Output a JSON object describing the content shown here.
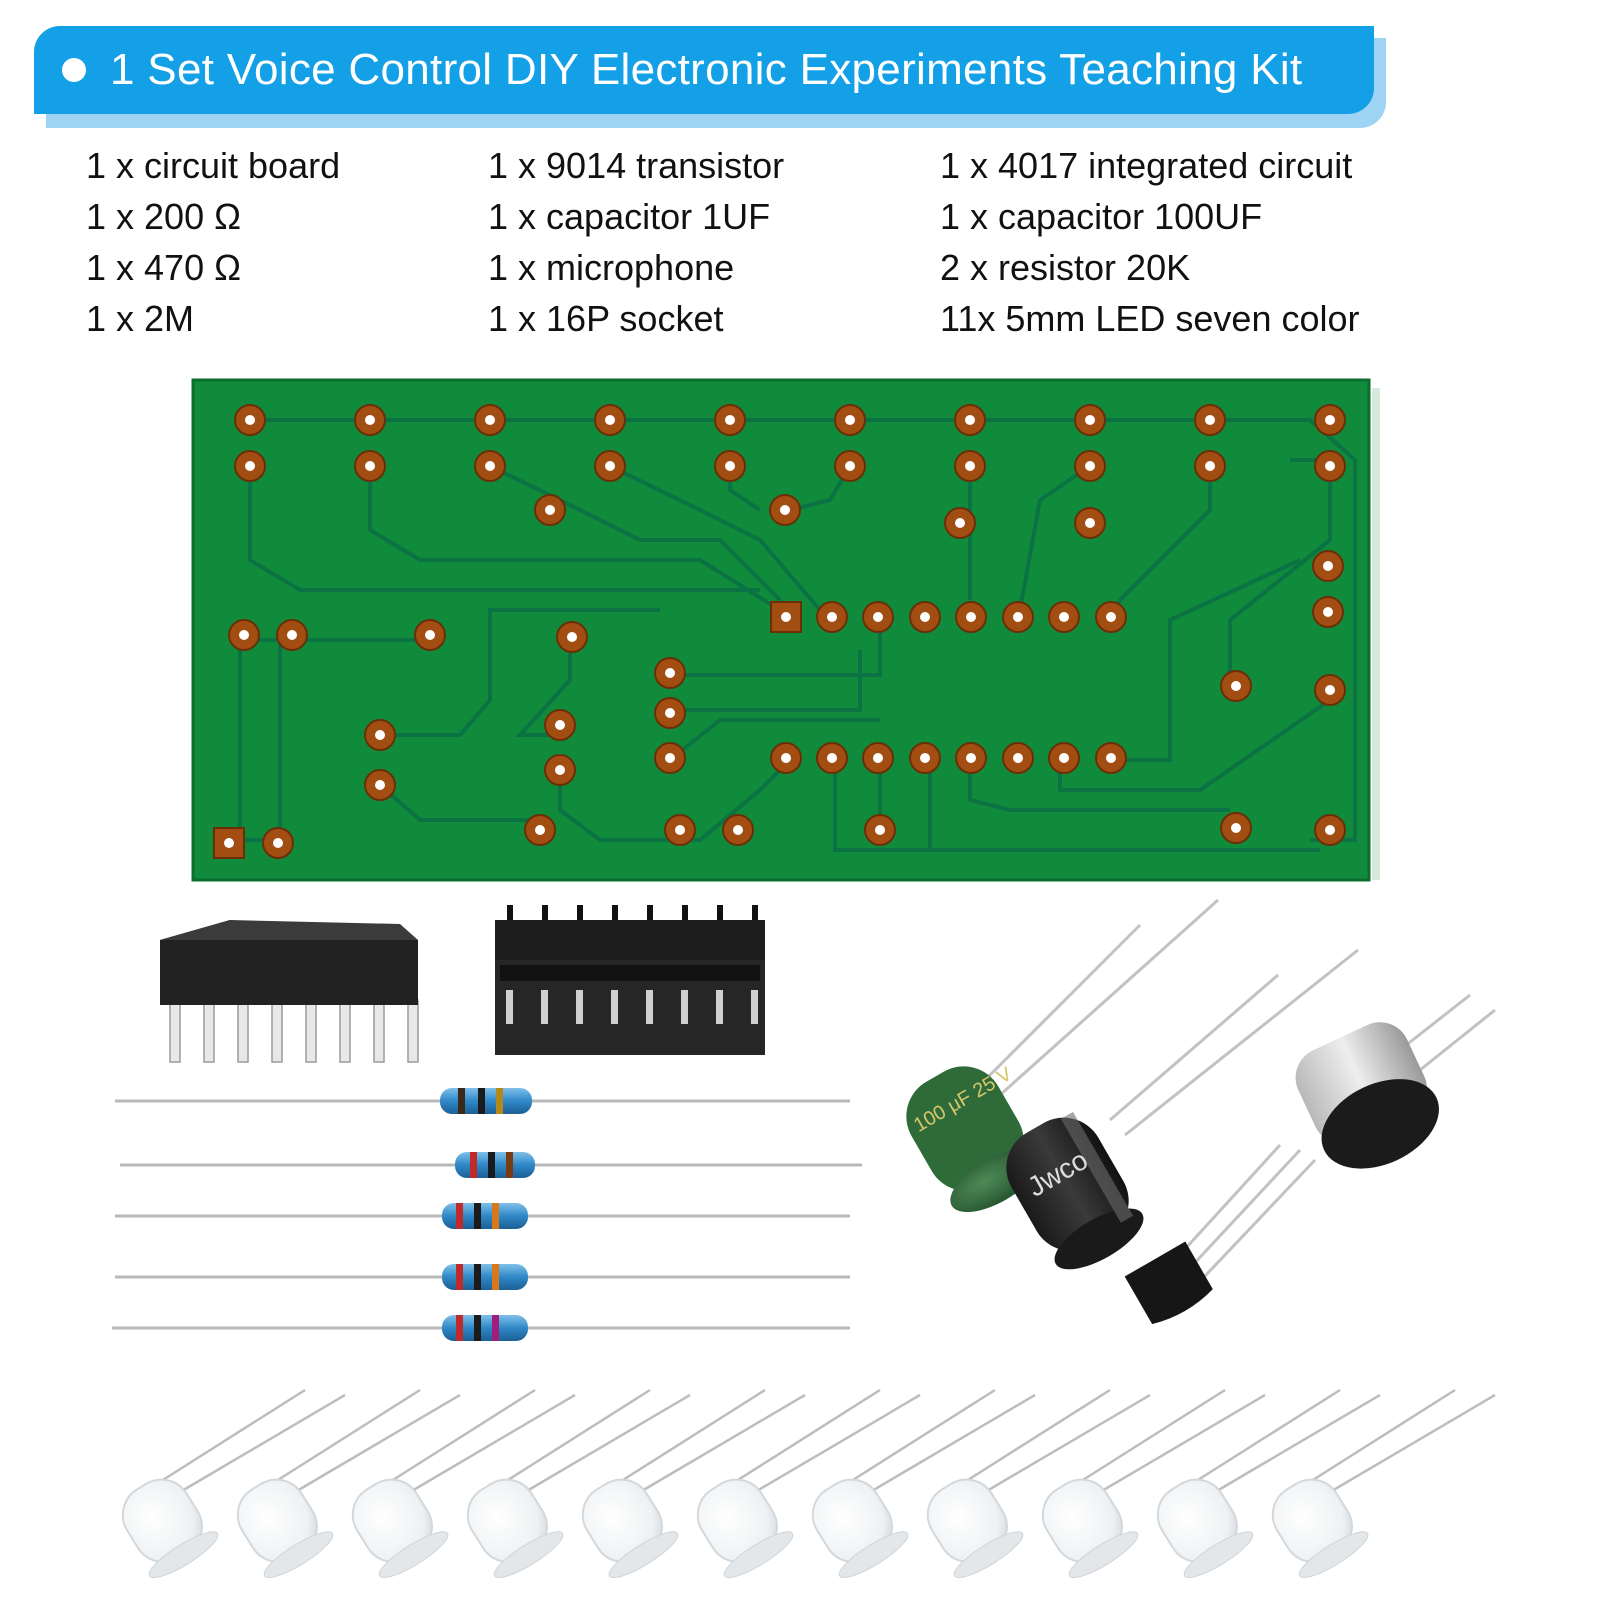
{
  "banner": {
    "title": "1 Set Voice Control DIY Electronic Experiments Teaching Kit",
    "color": "#13a0e6"
  },
  "parts": {
    "columns": [
      [
        "1 x circuit board",
        "1 x 200 Ω",
        "1 x 470 Ω",
        "1 x 2M"
      ],
      [
        "1 x 9014 transistor",
        "1 x capacitor 1UF",
        "1 x microphone",
        "1 x 16P socket"
      ],
      [
        "1 x 4017 integrated circuit",
        "1 x capacitor 100UF",
        "2 x resistor 20K",
        "11x 5mm LED seven color"
      ]
    ]
  },
  "components": {
    "capacitor_100uf_marking": "100 μF 25 V",
    "capacitor_1uf_brand": "Jwco",
    "pcb_color": "#0e8a3a",
    "led_count": 11,
    "resistor_count": 5
  }
}
